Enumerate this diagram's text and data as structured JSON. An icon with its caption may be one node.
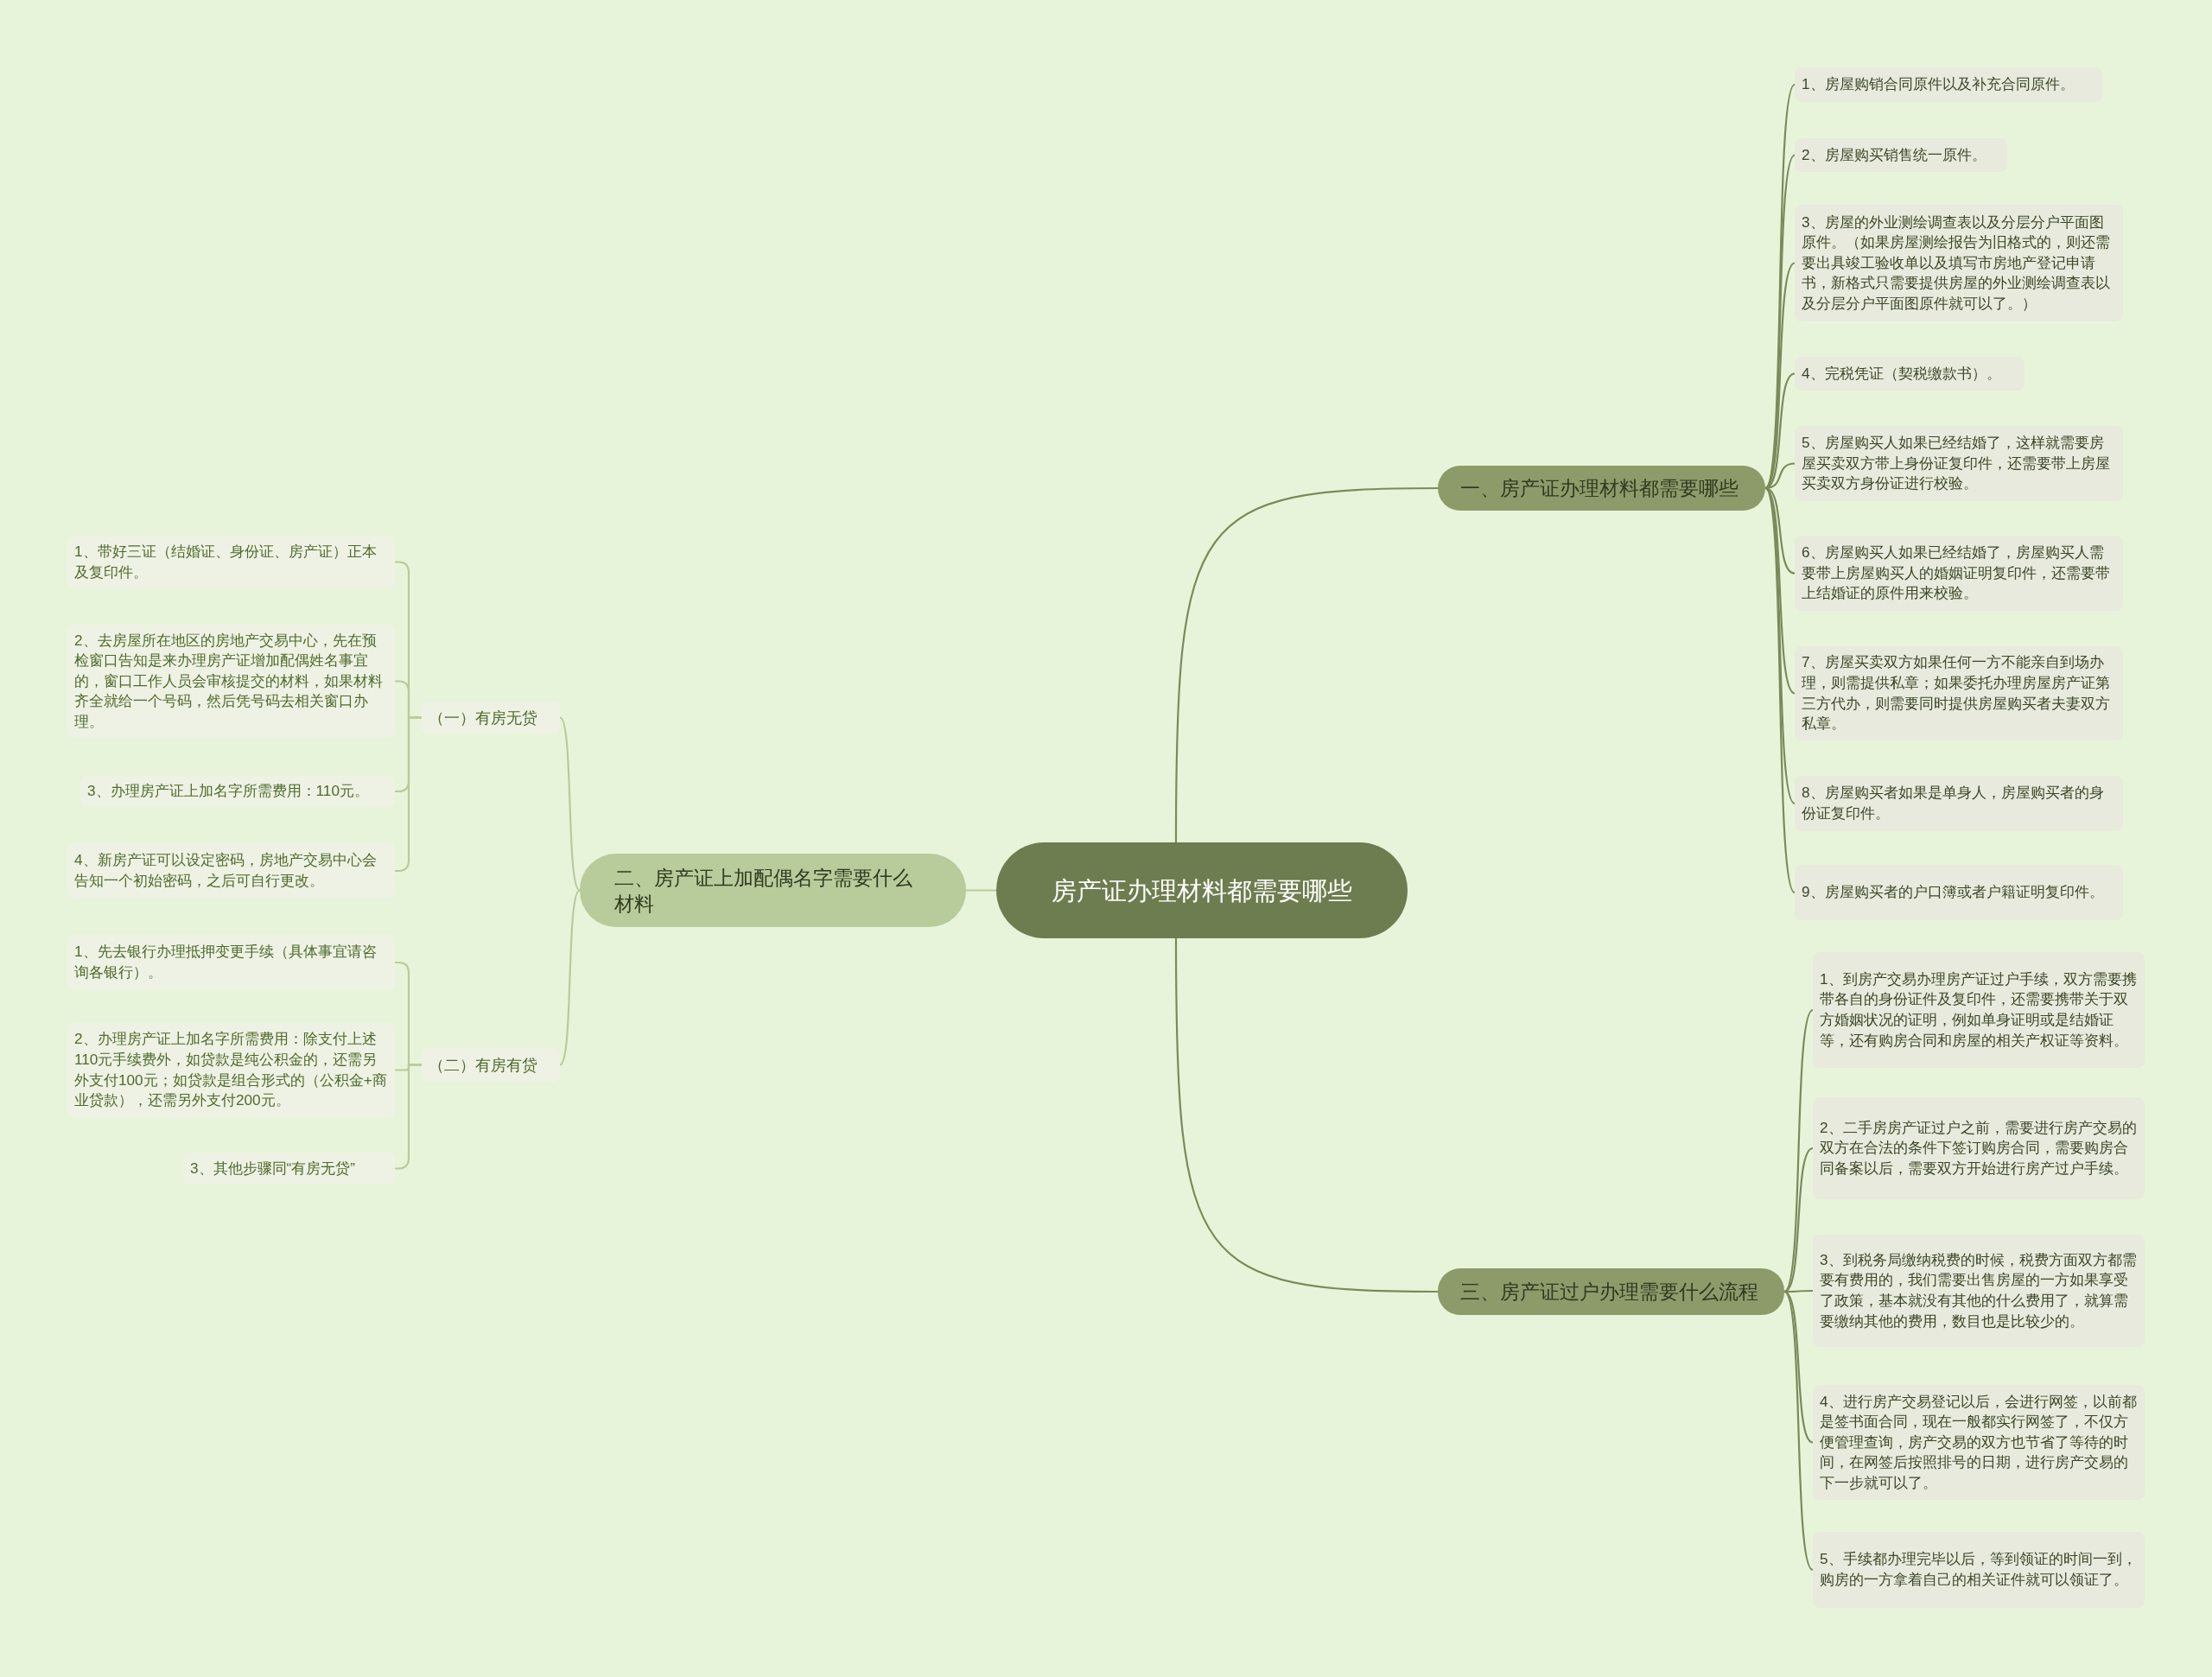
{
  "diagram": {
    "nodes": [
      {
        "text": [
          "房产证办理材料都需要哪些"
        ]
      },
      {
        "text": [
          "一、房产证办理材料都需要哪些"
        ]
      },
      {
        "text": [
          "1、房屋购销合同原件以及补充合同原件。"
        ]
      },
      {
        "text": [
          "2、房屋购买销售统一原件。"
        ]
      },
      {
        "text": [
          "3、房屋的外业测绘调查表以及分层分户平面图原件。（如果房屋测绘报告为旧格式的，则还需要出具竣工验收单以及填写市房地产登记申请书，新格式只需要提供房屋的外业测绘调查表以及分层分户平面图原件就可以了。）"
        ]
      },
      {
        "text": [
          "4、完税凭证（契税缴款书）。"
        ]
      },
      {
        "text": [
          "5、房屋购买人如果已经结婚了，这样就需要房屋买卖双方带上身份证复印件，还需要带上房屋买卖双方身份证进行校验。"
        ]
      },
      {
        "text": [
          "6、房屋购买人如果已经结婚了，房屋购买人需要带上房屋购买人的婚姻证明复印件，还需要带上结婚证的原件用来校验。"
        ]
      },
      {
        "text": [
          "7、房屋买卖双方如果任何一方不能亲自到场办理，则需提供私章；如果委托办理房屋房产证第三方代办，则需要同时提供房屋购买者夫妻双方私章。"
        ]
      },
      {
        "text": [
          "8、房屋购买者如果是单身人，房屋购买者的身份证复印件。"
        ]
      },
      {
        "text": [
          "9、房屋购买者的户口簿或者户籍证明复印件。"
        ]
      },
      {
        "text": [
          "三、房产证过户办理需要什么流程"
        ]
      },
      {
        "text": [
          "1、到房产交易办理房产证过户手续，双方需要携带各自的身份证件及复印件，还需要携带关于双方婚姻状况的证明，例如单身证明或是结婚证等，还有购房合同和房屋的相关产权证等资料。"
        ]
      },
      {
        "text": [
          "2、二手房房产证过户之前，需要进行房产交易的双方在合法的条件下签订购房合同，需要购房合同备案以后，需要双方开始进行房产过户手续。"
        ]
      },
      {
        "text": [
          "3、到税务局缴纳税费的时候，税费方面双方都需要有费用的，我们需要出售房屋的一方如果享受了政策，基本就没有其他的什么费用了，就算需要缴纳其他的费用，数目也是比较少的。"
        ]
      },
      {
        "text": [
          "4、进行房产交易登记以后，会进行网签，以前都是签书面合同，现在一般都实行网签了，不仅方便管理查询，房产交易的双方也节省了等待的时间，在网签后按照排号的日期，进行房产交易的下一步就可以了。"
        ]
      },
      {
        "text": [
          "5、手续都办理完毕以后，等到领证的时间一到，购房的一方拿着自己的相关证件就可以领证了。"
        ]
      },
      {
        "text": [
          "二、房产证上加配偶名字需要什么材料"
        ]
      },
      {
        "text": [
          "（一）有房无贷"
        ]
      },
      {
        "text": [
          "1、带好三证（结婚证、身份证、房产证）正本及复印件。"
        ]
      },
      {
        "text": [
          "2、去房屋所在地区的房地产交易中心，先在预检窗口告知是来办理房产证增加配偶姓名事宜的，窗口工作人员会审核提交的材料，如果材料齐全就给一个号码，然后凭号码去相关窗口办理。"
        ]
      },
      {
        "text": [
          "3、办理房产证上加名字所需费用：110元。"
        ]
      },
      {
        "text": [
          "4、新房产证可以设定密码，房地产交易中心会告知一个初始密码，之后可自行更改。"
        ]
      },
      {
        "text": [
          "（二）有房有贷"
        ]
      },
      {
        "text": [
          "1、先去银行办理抵押变更手续（具体事宜请咨询各银行）。"
        ]
      },
      {
        "text": [
          "2、办理房产证上加名字所需费用：除支付上述110元手续费外，如贷款是纯公积金的，还需另外支付100元；如贷款是组合形式的（公积金+商业贷款），还需另外支付200元。"
        ]
      },
      {
        "text": [
          "3、其他步骤同“有房无贷”"
        ]
      }
    ],
    "edges": [
      {
        "from": 0,
        "to": 1,
        "arrow": "none"
      },
      {
        "from": 1,
        "to": 2,
        "arrow": "none"
      },
      {
        "from": 1,
        "to": 3,
        "arrow": "none"
      },
      {
        "from": 1,
        "to": 4,
        "arrow": "none"
      },
      {
        "from": 1,
        "to": 5,
        "arrow": "none"
      },
      {
        "from": 1,
        "to": 6,
        "arrow": "none"
      },
      {
        "from": 1,
        "to": 7,
        "arrow": "none"
      },
      {
        "from": 1,
        "to": 8,
        "arrow": "none"
      },
      {
        "from": 1,
        "to": 9,
        "arrow": "none"
      },
      {
        "from": 1,
        "to": 10,
        "arrow": "none"
      },
      {
        "from": 0,
        "to": 11,
        "arrow": "none"
      },
      {
        "from": 11,
        "to": 12,
        "arrow": "none"
      },
      {
        "from": 11,
        "to": 13,
        "arrow": "none"
      },
      {
        "from": 11,
        "to": 14,
        "arrow": "none"
      },
      {
        "from": 11,
        "to": 15,
        "arrow": "none"
      },
      {
        "from": 11,
        "to": 16,
        "arrow": "none"
      },
      {
        "from": 0,
        "to": 17,
        "arrow": "none",
        "color": "#b7cb9b"
      },
      {
        "from": 17,
        "to": 18,
        "arrow": "none",
        "color": "#b7cb9b"
      },
      {
        "from": 18,
        "to": 19,
        "arrow": "none",
        "color": "#b7cb9b"
      },
      {
        "from": 18,
        "to": 20,
        "arrow": "none",
        "color": "#b7cb9b"
      },
      {
        "from": 18,
        "to": 21,
        "arrow": "none",
        "color": "#b7cb9b"
      },
      {
        "from": 18,
        "to": 22,
        "arrow": "none",
        "color": "#b7cb9b"
      },
      {
        "from": 17,
        "to": 23,
        "arrow": "none",
        "color": "#b7cb9b"
      },
      {
        "from": 23,
        "to": 24,
        "arrow": "none",
        "color": "#b7cb9b"
      },
      {
        "from": 23,
        "to": 25,
        "arrow": "none",
        "color": "#b7cb9b"
      },
      {
        "from": 23,
        "to": 26,
        "arrow": "none",
        "color": "#b7cb9b"
      }
    ]
  }
}
